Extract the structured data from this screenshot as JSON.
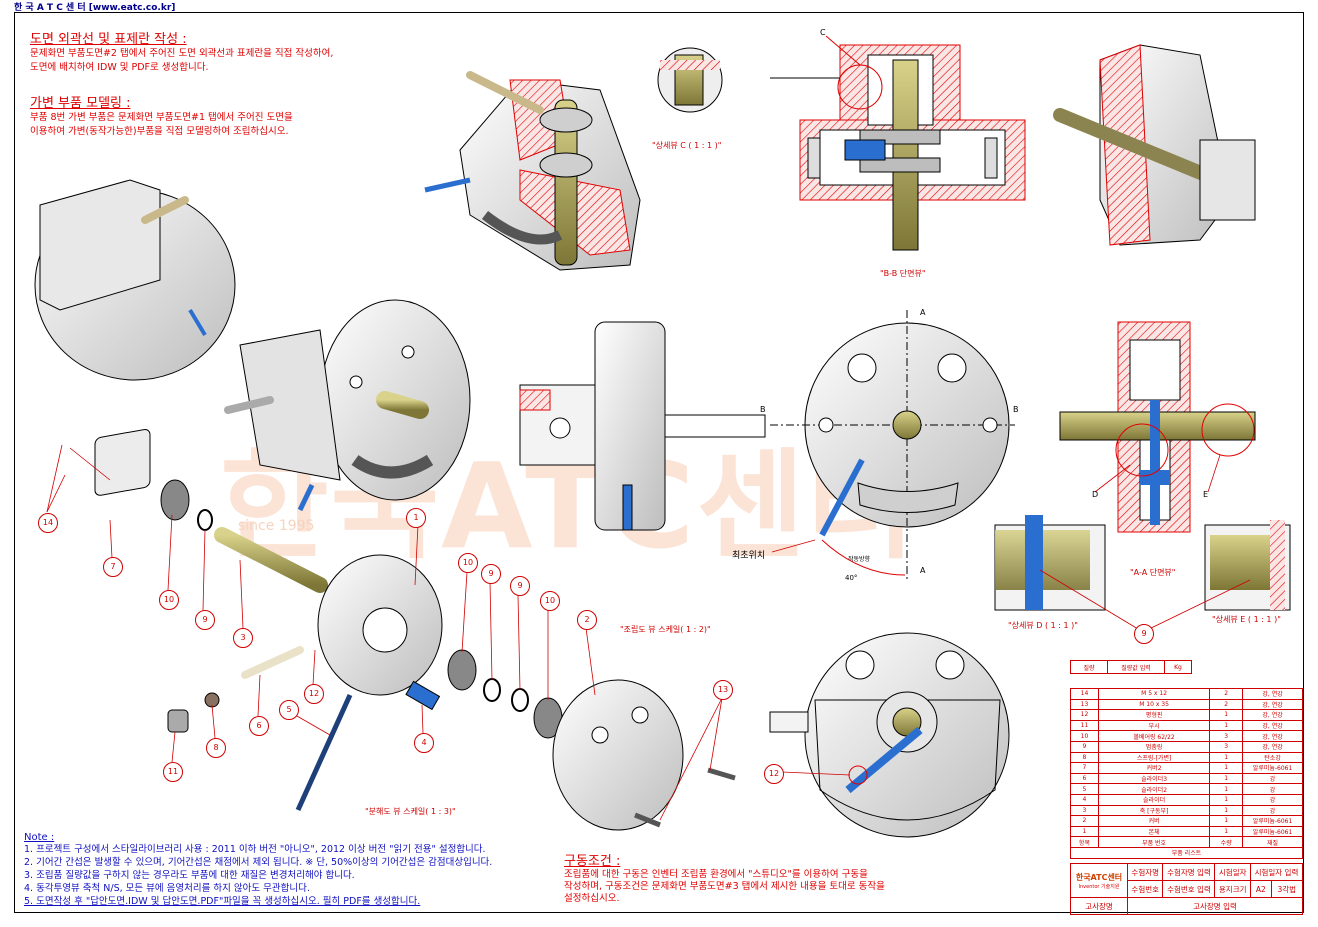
{
  "header": {
    "text": "한 국 A T C 센 터  [www.eatc.co.kr]"
  },
  "watermark": {
    "text": "한국ATC센터",
    "since": "since 1995"
  },
  "instructions": {
    "outline_title": "도면 외곽선 및 표제란 작성 :",
    "outline_line1": "문제화면 부품도면#2 탭에서 주어진 도면 외곽선과 표제란을 직접 작성하여,",
    "outline_line2": "도면에 배치하여 IDW 및 PDF로 생성합니다.",
    "modeling_title": "가변 부품 모델링 :",
    "modeling_line1": "부품 8번 가변 부품은 문제화면 부품도면#1 탭에서 주어진 도면을",
    "modeling_line2": "이용하여 가변(동작가능한)부품을 직접 모델링하여 조립하십시오."
  },
  "captions": {
    "detail_c": "\"상세뷰 C ( 1 : 1 )\"",
    "section_bb": "\"B-B 단면뷰\"",
    "assembly_view": "\"조립도 뷰 스케일( 1 : 2)\"",
    "exploded_view": "\"분해도 뷰 스케일( 1 : 3)\"",
    "section_aa": "\"A-A 단면뷰\"",
    "detail_d": "\"상세뷰 D ( 1 : 1 )\"",
    "detail_e": "\"상세뷰 E ( 1 : 1 )\"",
    "initial_position": "최초위치",
    "rotation_direction": "작동방향",
    "angle": "40°",
    "label_a_top": "A",
    "label_a_bottom": "A",
    "label_b_left": "B",
    "label_b_right": "B",
    "label_c": "C",
    "label_d": "D",
    "label_e": "E"
  },
  "balloons": [
    "14",
    "7",
    "10",
    "9",
    "3",
    "1",
    "6",
    "5",
    "12",
    "8",
    "11",
    "4",
    "10",
    "9",
    "9",
    "10",
    "2",
    "13",
    "12",
    "9"
  ],
  "notes": {
    "title": "Note :",
    "line1": "1. 프로젝트 구성에서 스타일라이브러리 사용 : 2011 이하 버전 \"아니오\", 2012 이상 버전 \"읽기 전용\" 설정합니다.",
    "line2": "2. 기어간 간섭은 발생할 수 있으며, 기어간섭은 채점에서 제외 됩니다. ※ 단, 50%이상의 기어간섭은 감점대상입니다.",
    "line3": "3. 조립품 질량값을 구하지 않는 경우라도 부품에 대한 재질은 변경처리해야 합니다.",
    "line4": "4. 동각투영뷰 축척 N/S, 모든 뷰에 음영처리를 하지 않아도 무관합니다.",
    "line5": "5. 도면작성 후 \"답안도면.IDW 및 답안도면.PDF\"파일을 꼭 생성하십시오. 필히 PDF를 생성합니다."
  },
  "drive": {
    "title": "구동조건 :",
    "line1": "조립품에 대한 구동은 인벤터 조립품 환경에서 \"스튜디오\"를 이용하여 구동을",
    "line2": "작성하며, 구동조건은 문제화면 부품도면#3 탭에서 제시한 내용을 토대로 동작을",
    "line3": "설정하십시오."
  },
  "mass_table": {
    "label": "질량",
    "value": "질량값 입력",
    "unit": "Kg"
  },
  "bom": {
    "rows": [
      [
        "14",
        "M 5 x 12",
        "2",
        "강, 연강"
      ],
      [
        "13",
        "M 10 x 35",
        "2",
        "강, 연강"
      ],
      [
        "12",
        "평형핀",
        "1",
        "강, 연강"
      ],
      [
        "11",
        "부시",
        "1",
        "강, 연강"
      ],
      [
        "10",
        "볼베어링 62/22",
        "3",
        "강, 연강"
      ],
      [
        "9",
        "멈춤링",
        "3",
        "강, 연강"
      ],
      [
        "8",
        "스프링-[가변]",
        "1",
        "탄소강"
      ],
      [
        "7",
        "커버2",
        "1",
        "알루미늄-6061"
      ],
      [
        "6",
        "슬라이더3",
        "1",
        "강"
      ],
      [
        "5",
        "슬라이더2",
        "1",
        "강"
      ],
      [
        "4",
        "슬라이더",
        "1",
        "강"
      ],
      [
        "3",
        "축 [구동부]",
        "1",
        "강"
      ],
      [
        "2",
        "커버",
        "1",
        "알루미늄-6061"
      ],
      [
        "1",
        "본체",
        "1",
        "알루미늄-6061"
      ]
    ],
    "header": [
      "항목",
      "부품 번호",
      "수량",
      "재질"
    ],
    "title": "부품 리스트"
  },
  "title_block": {
    "examinee_name_label": "수험자명",
    "examinee_name_value": "수험자명 입력",
    "exam_date_label": "시험일자",
    "exam_date_value": "시험일자 입력",
    "examinee_no_label": "수험번호",
    "examinee_no_value": "수험번호 입력",
    "paper_size_label": "용지크기",
    "paper_size_value": "A2",
    "projection": "3각법",
    "exam_site_label": "고사장명",
    "exam_site_value": "고사장명 입력",
    "logo_text": "한국ATC센터",
    "logo_sub": "Inventor 기술지원"
  },
  "colors": {
    "accent_red": "#e00000",
    "note_blue": "#1010c0",
    "olive": "#a8a05a",
    "blue_part": "#2a6fd0"
  }
}
